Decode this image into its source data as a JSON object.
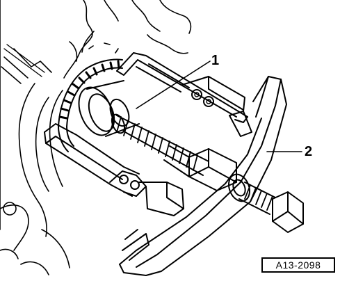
{
  "callouts": [
    {
      "number": "1"
    },
    {
      "number": "2"
    }
  ],
  "figure_code": "A13-2098",
  "colors": {
    "ink": "#000000",
    "paper": "#ffffff"
  }
}
